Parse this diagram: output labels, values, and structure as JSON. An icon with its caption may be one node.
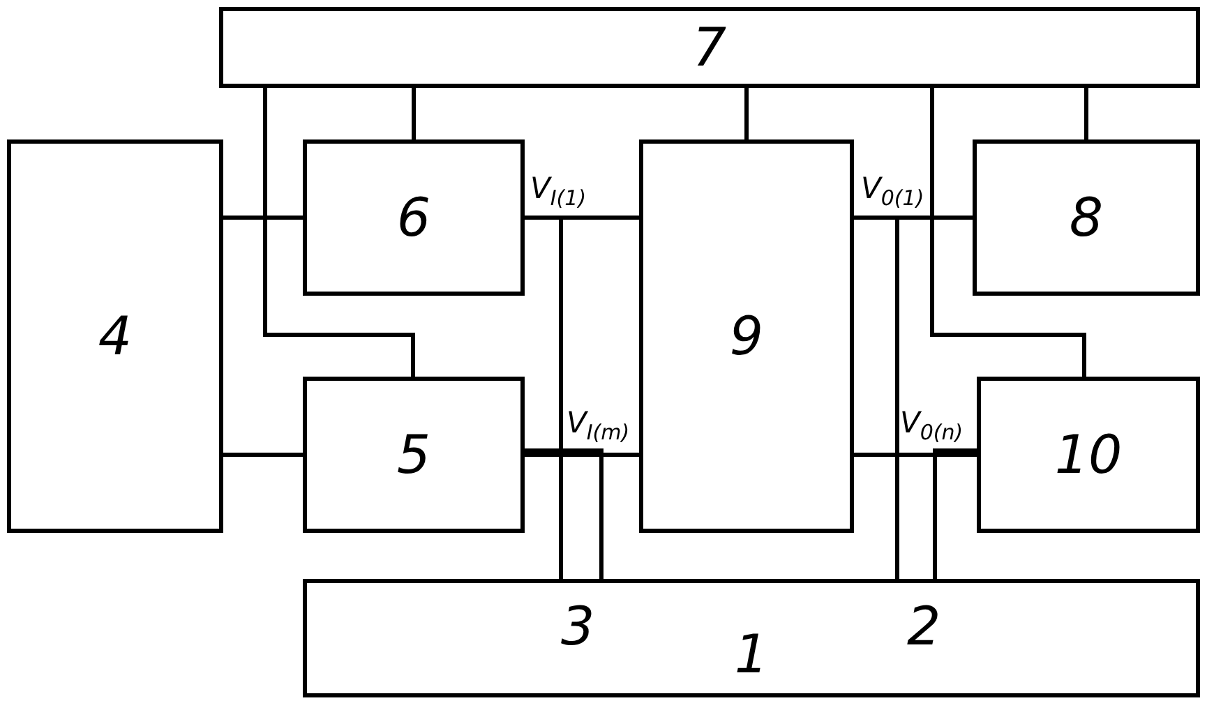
{
  "diagram": {
    "nodes": [
      {
        "text": [
          "7"
        ]
      },
      {
        "text": [
          "4"
        ]
      },
      {
        "text": [
          "6"
        ]
      },
      {
        "text": [
          "9"
        ]
      },
      {
        "text": [
          "8"
        ]
      },
      {
        "text": [
          "5"
        ]
      },
      {
        "text": [
          "10"
        ]
      },
      {
        "text": [
          "1"
        ]
      }
    ],
    "edges": [
      {
        "from": 0,
        "to": 2,
        "arrow": "none"
      },
      {
        "from": 0,
        "to": 3,
        "arrow": "none"
      },
      {
        "from": 0,
        "to": 4,
        "arrow": "none"
      },
      {
        "from": 0,
        "to": 5,
        "arrow": "none"
      },
      {
        "from": 0,
        "to": 6,
        "arrow": "none"
      },
      {
        "from": 1,
        "to": 2,
        "arrow": "none"
      },
      {
        "from": 1,
        "to": 5,
        "arrow": "none"
      },
      {
        "from": 2,
        "to": 3,
        "arrow": "none",
        "label": "V$_{I(1)}$"
      },
      {
        "from": 5,
        "to": 3,
        "arrow": "none",
        "label": "V$_{I(m)}$"
      },
      {
        "from": 3,
        "to": 4,
        "arrow": "none",
        "label": "V$_{0(1)}$"
      },
      {
        "from": 3,
        "to": 6,
        "arrow": "none",
        "label": "V$_{0(n)}$"
      },
      {
        "from": 2,
        "to": 7,
        "arrow": "none"
      },
      {
        "from": 5,
        "to": 7,
        "arrow": "none"
      },
      {
        "from": 4,
        "to": 7,
        "arrow": "none"
      },
      {
        "from": 6,
        "to": 7,
        "arrow": "none"
      }
    ],
    "labels": [
      "3",
      "2"
    ]
  }
}
